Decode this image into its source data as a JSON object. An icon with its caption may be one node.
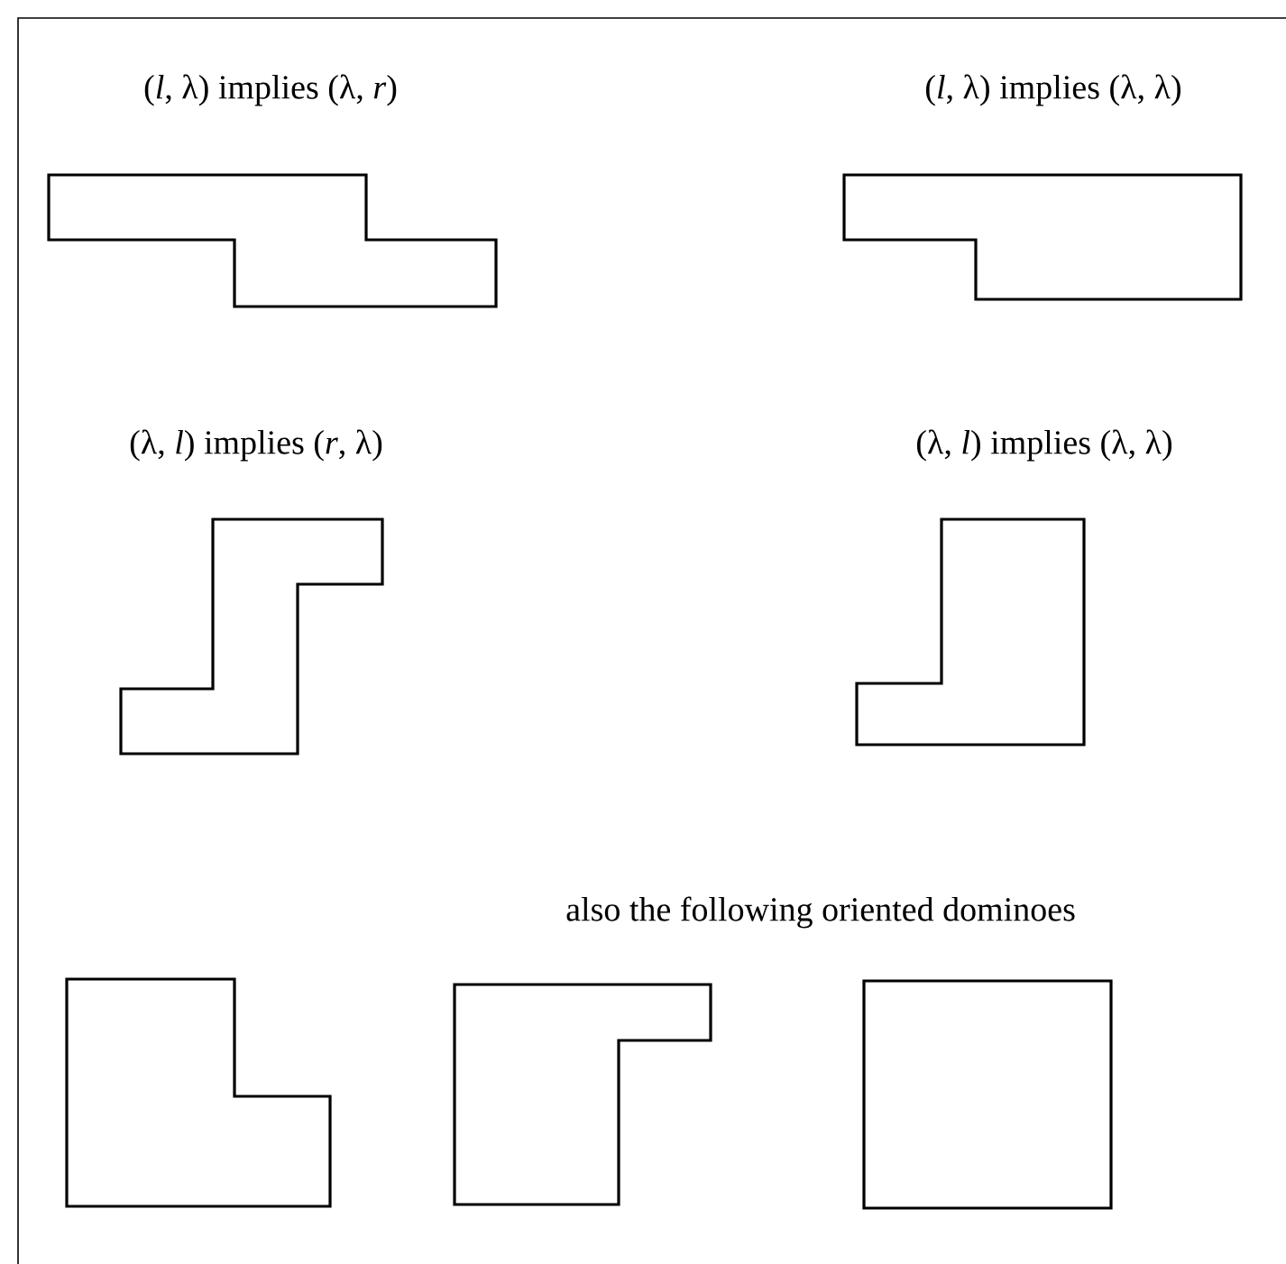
{
  "diagram": {
    "labels": [
      "(*l*, λ) implies (λ, *r*)",
      "(*l*, λ) implies (λ, λ)",
      "(λ, *l*) implies (*r*, λ)",
      "(λ, *l*) implies (λ, λ)",
      "also the following oriented dominoes"
    ]
  }
}
